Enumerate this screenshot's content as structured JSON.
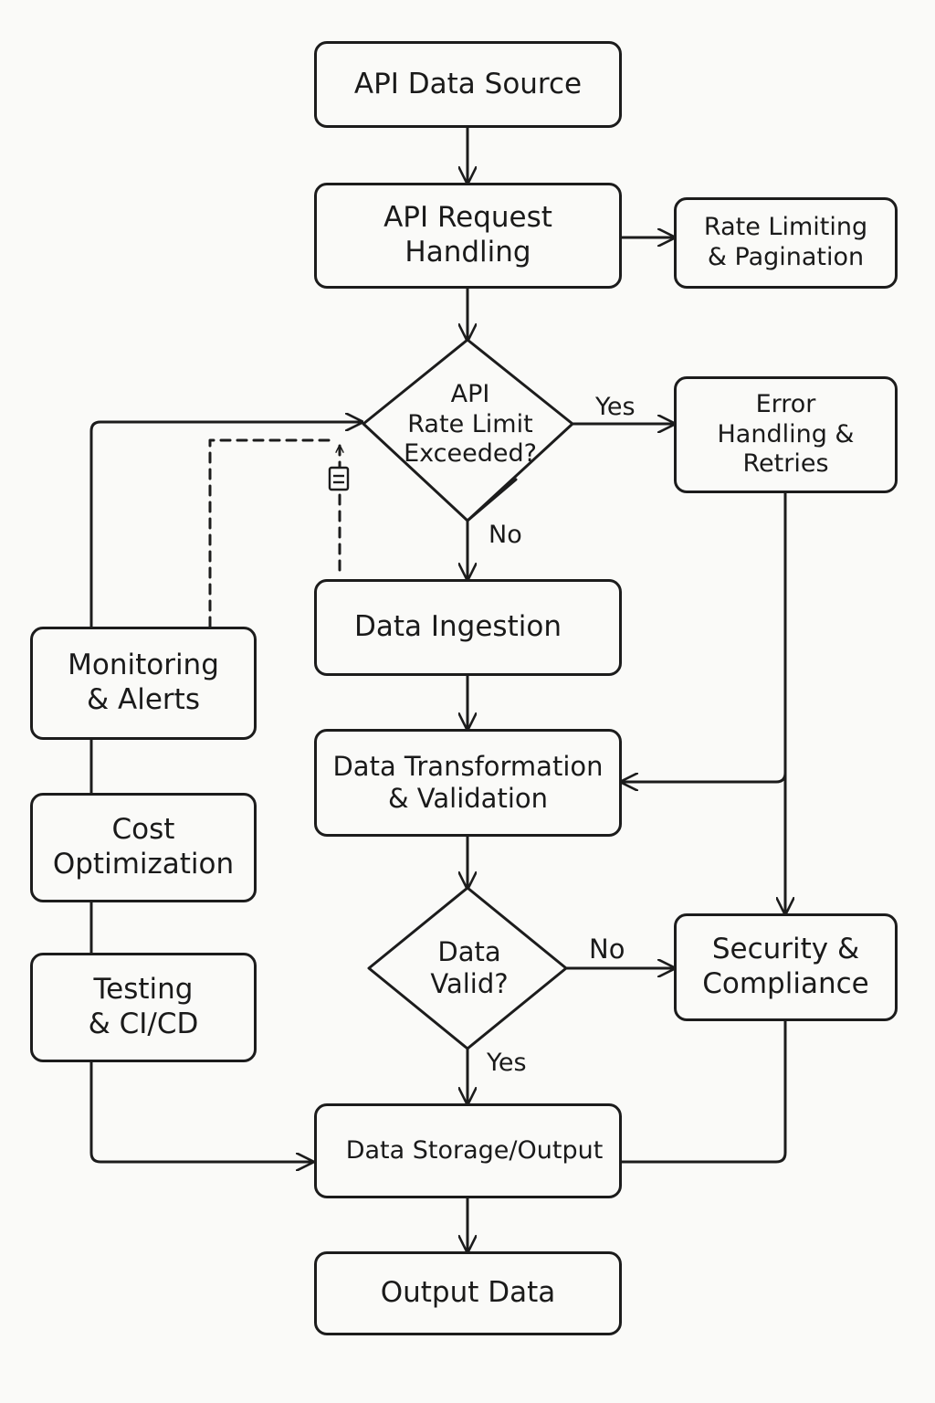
{
  "nodes": {
    "api_data_source": "API Data Source",
    "api_request_handling": "API Request\nHandling",
    "rate_limiting_pagination": "Rate Limiting\n& Pagination",
    "rate_limit_decision": "API\nRate Limit\nExceeded?",
    "error_handling_retries": "Error\nHandling &\nRetries",
    "data_ingestion": "Data Ingestion",
    "monitoring_alerts": "Monitoring\n& Alerts",
    "data_transformation_validation": "Data Transformation\n& Validation",
    "cost_optimization": "Cost\nOptimization",
    "data_valid_decision": "Data\nValid?",
    "security_compliance": "Security &\nCompliance",
    "testing_ci_cd": "Testing\n& CI/CD",
    "data_storage_output": "Data Storage/Output",
    "output_data": "Output Data"
  },
  "edge_labels": {
    "rate_limit_yes": "Yes",
    "rate_limit_no": "No",
    "data_valid_no": "No",
    "data_valid_yes": "Yes"
  },
  "icons": {
    "dashed_link_marker": "document-icon"
  },
  "colors": {
    "stroke": "#1c1c1c",
    "background": "#fafaf8"
  }
}
